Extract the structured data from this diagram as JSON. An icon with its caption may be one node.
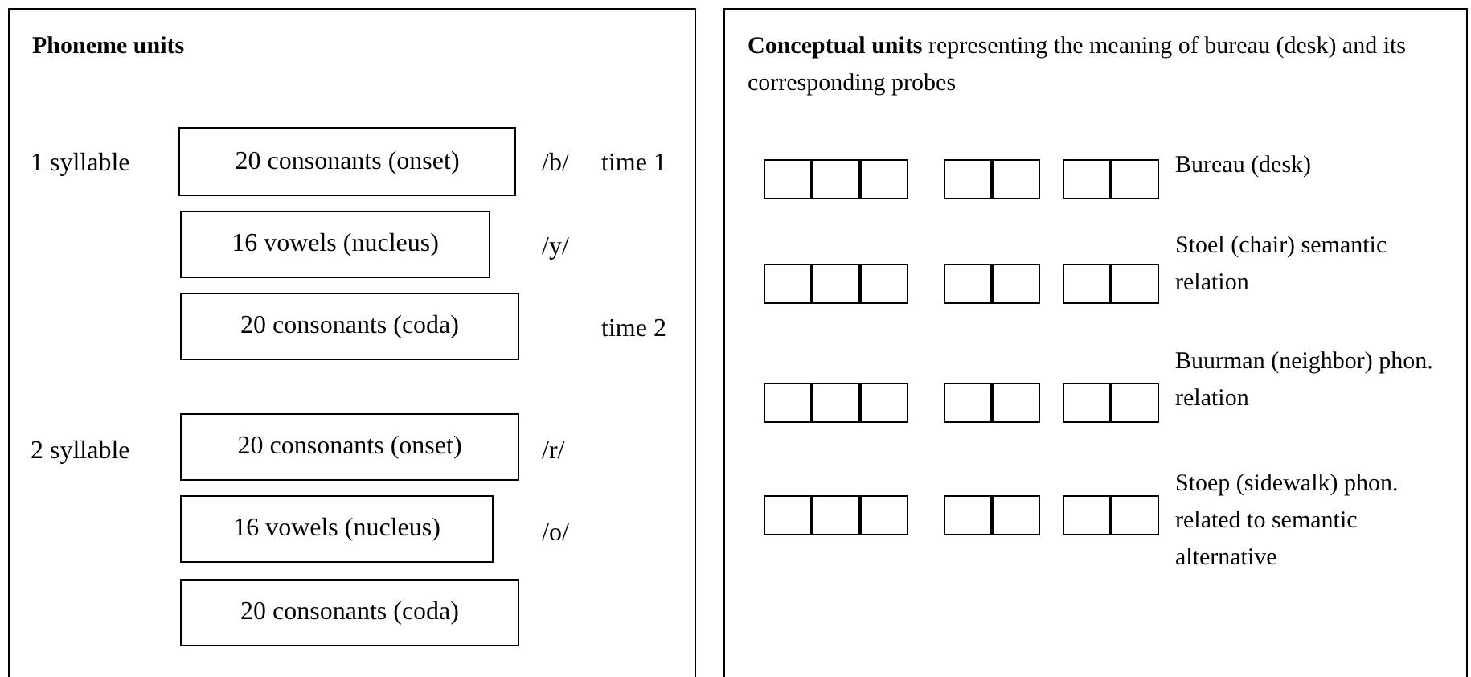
{
  "diagram": {
    "nodes": [
      {
        "text": [
          "**Phoneme units**"
        ]
      },
      {
        "text": [
          "20 consonants (onset)"
        ],
        "in": 0
      },
      {
        "text": [
          "16 vowels (nucleus)"
        ],
        "in": 0
      },
      {
        "text": [
          "20 consonants (coda)"
        ],
        "in": 0
      },
      {
        "text": [
          "20 consonants (onset)"
        ],
        "in": 0
      },
      {
        "text": [
          "16 vowels (nucleus)"
        ],
        "in": 0
      },
      {
        "text": [
          "20 consonants (coda)"
        ],
        "in": 0
      },
      {
        "text": [
          "**Conceptual units** representing the meaning of bureau (desk) and its corresponding probes"
        ]
      },
      {
        "text": [],
        "shape": "box",
        "in": 7
      },
      {
        "text": [],
        "shape": "box",
        "in": 7
      },
      {
        "text": [],
        "shape": "box",
        "in": 7
      },
      {
        "text": [],
        "shape": "box",
        "in": 7
      },
      {
        "text": [],
        "shape": "box",
        "in": 7
      },
      {
        "text": [],
        "shape": "box",
        "in": 7
      },
      {
        "text": [],
        "shape": "box",
        "in": 7
      },
      {
        "text": [],
        "shape": "box",
        "in": 7
      },
      {
        "text": [],
        "shape": "box",
        "in": 7
      },
      {
        "text": [],
        "shape": "box",
        "in": 7
      },
      {
        "text": [],
        "shape": "box",
        "in": 7
      },
      {
        "text": [],
        "shape": "box",
        "in": 7
      },
      {
        "text": [],
        "shape": "box",
        "in": 7
      },
      {
        "text": [],
        "shape": "box",
        "in": 7
      },
      {
        "text": [],
        "shape": "box",
        "in": 7
      },
      {
        "text": [],
        "shape": "box",
        "in": 7
      },
      {
        "text": [],
        "shape": "box",
        "in": 7
      },
      {
        "text": [],
        "shape": "box",
        "in": 7
      },
      {
        "text": [],
        "shape": "box",
        "in": 7
      },
      {
        "text": [],
        "shape": "box",
        "in": 7
      },
      {
        "text": [],
        "shape": "box",
        "in": 7
      },
      {
        "text": [],
        "shape": "box",
        "in": 7
      },
      {
        "text": [],
        "shape": "box",
        "in": 7
      },
      {
        "text": [],
        "shape": "box",
        "in": 7
      },
      {
        "text": [],
        "shape": "box",
        "in": 7
      },
      {
        "text": [],
        "shape": "box",
        "in": 7
      },
      {
        "text": [],
        "shape": "box",
        "in": 7
      },
      {
        "text": [],
        "shape": "box",
        "in": 7
      }
    ],
    "labels": [
      "1 syllable",
      "/b/",
      "time 1",
      "/y/",
      "time 2",
      "2 syllable",
      "/r/",
      "/o/",
      "Bureau (desk)",
      "Stoel (chair) semantic relation",
      "Buurman (neighbor) phon. relation",
      "Stoep (sidewalk) phon. related to semantic alternative"
    ]
  }
}
